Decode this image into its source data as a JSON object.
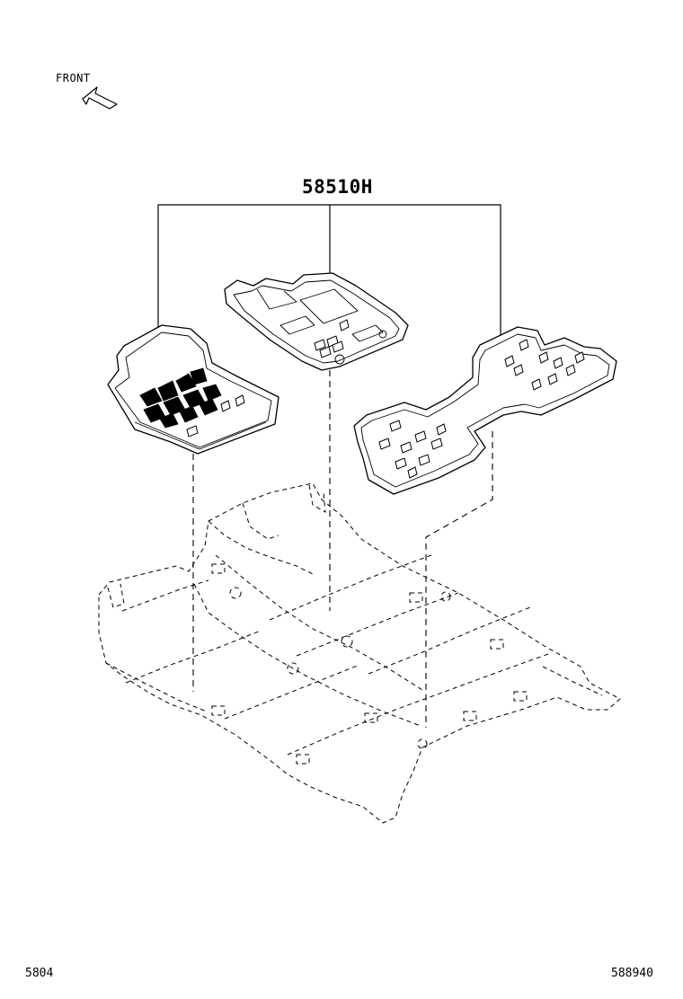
{
  "labels": {
    "front": "FRONT",
    "part_number": "58510H",
    "footer_left": "5804",
    "footer_right": "588940"
  },
  "icons": {
    "front_arrow": "front-direction-arrow-icon"
  }
}
